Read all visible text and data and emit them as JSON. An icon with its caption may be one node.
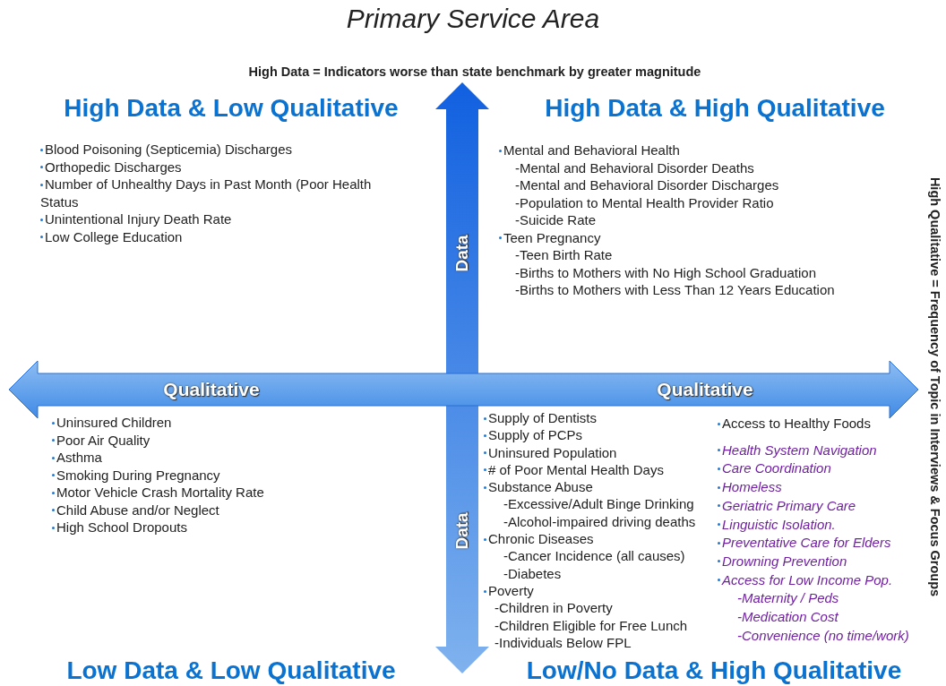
{
  "diagram": {
    "title": "Primary Service Area",
    "labels": [
      "High Data = Indicators worse than state benchmark by greater magnitude",
      "High Data & Low Qualitative",
      "High Data & High Qualitative",
      "High Qualitative = Frequency of Topic in Interviews & Focus Groups",
      "Blood Poisoning (Septicemia) Discharges",
      "Orthopedic Discharges",
      "Number of Unhealthy Days in Past Month (Poor Health Status",
      "Unintentional Injury Death Rate",
      "Low College Education",
      "Data",
      "Mental and Behavioral Health",
      "-Mental and Behavioral Disorder Deaths",
      "-Mental and Behavioral Disorder Discharges",
      "-Population to Mental Health Provider Ratio",
      "-Suicide Rate",
      "Teen Pregnancy",
      "-Teen Birth Rate",
      "-Births to Mothers with No High School Graduation",
      "-Births to Mothers with Less Than 12 Years Education",
      "Qualitative",
      "Qualitative",
      "Uninsured Children",
      "Poor Air Quality",
      "Asthma",
      "Smoking During Pregnancy",
      "Motor Vehicle Crash Mortality Rate",
      "Child Abuse and/or Neglect",
      "High School Dropouts",
      "Data",
      "Supply of Dentists",
      "Supply of PCPs",
      "Uninsured Population",
      "# of Poor Mental Health Days",
      "Substance Abuse",
      "-Excessive/Adult Binge Drinking",
      "-Alcohol-impaired driving deaths",
      "Chronic Diseases",
      "-Cancer Incidence (all causes)",
      "-Diabetes",
      "Poverty",
      "-Children in Poverty",
      "-Children Eligible for Free Lunch",
      "-Individuals Below FPL",
      "Access to Healthy Foods",
      "Health System Navigation",
      "Care Coordination",
      "Homeless",
      "Geriatric Primary Care",
      "Linguistic Isolation.",
      "Preventative Care for Elders",
      "Drowning Prevention",
      "Access for Low Income Pop.",
      "-Maternity / Peds",
      "-Medication Cost",
      "-Convenience (no time/work)",
      "Low Data & Low Qualitative",
      "Low/No Data & High Qualitative"
    ]
  }
}
